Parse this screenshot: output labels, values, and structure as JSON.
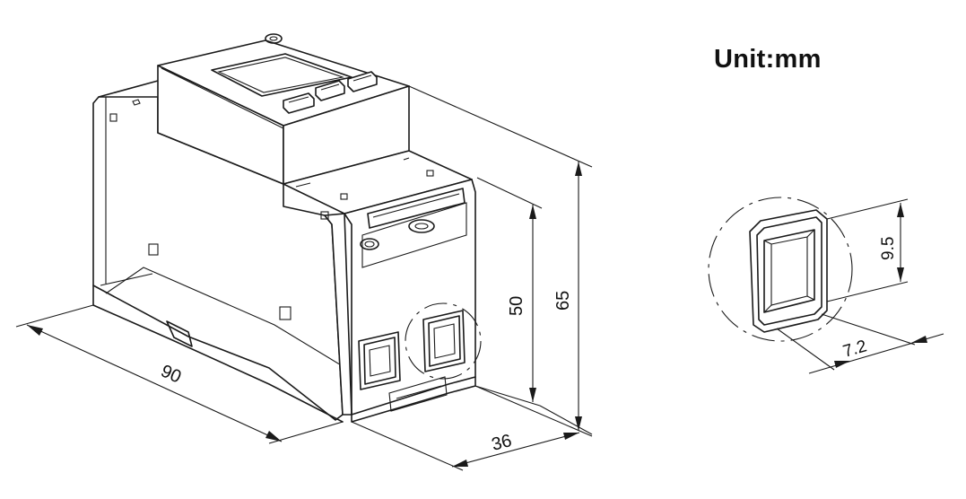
{
  "unit_label": "Unit:mm",
  "dimensions": {
    "length": "90",
    "depth": "36",
    "body_height": "50",
    "total_height": "65",
    "opening_height": "9.5",
    "opening_width": "7.2"
  },
  "colors": {
    "line": "#1a1a1a",
    "background": "#ffffff"
  }
}
